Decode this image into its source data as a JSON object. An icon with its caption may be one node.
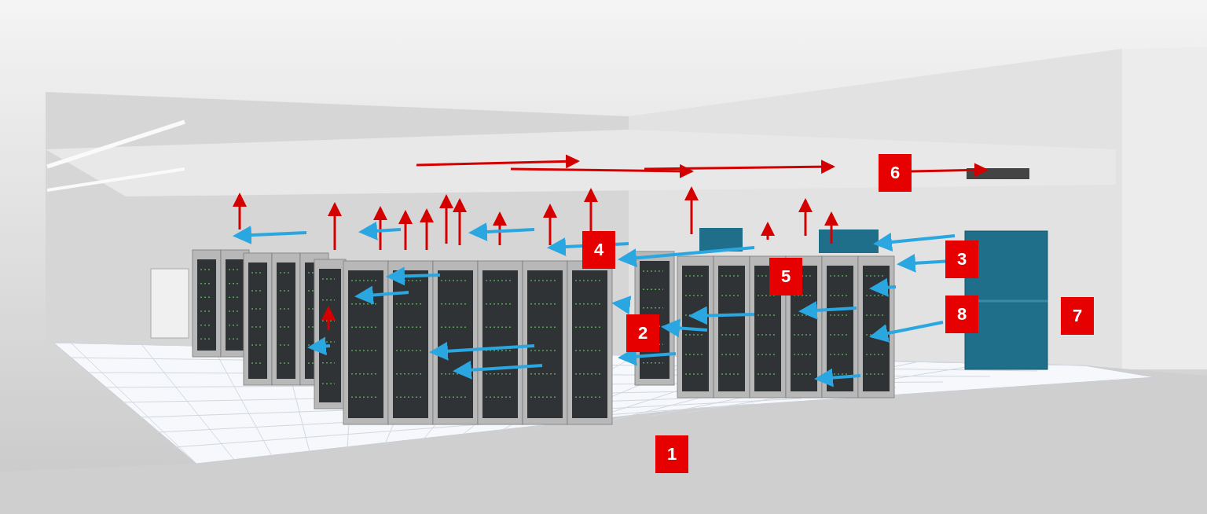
{
  "diagram": {
    "labels": [
      "6",
      "4",
      "3",
      "5",
      "8",
      "7",
      "2",
      "1"
    ]
  }
}
